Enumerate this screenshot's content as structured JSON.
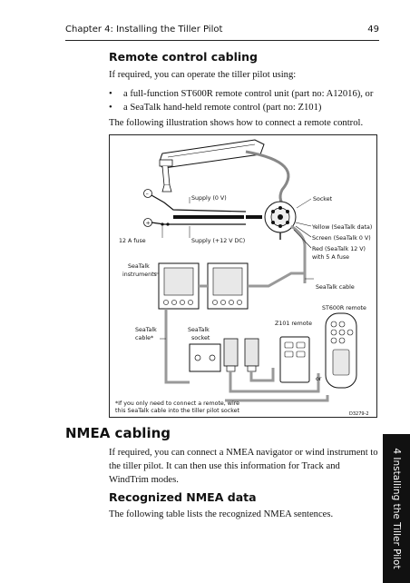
{
  "header": {
    "chapter": "Chapter 4: Installing the Tiller Pilot",
    "page_number": "49"
  },
  "remote_section": {
    "heading": "Remote control cabling",
    "intro": "If required, you can operate the tiller pilot using:",
    "bullets": [
      "a full-function ST600R remote control unit (part no: A12016), or",
      "a SeaTalk hand-held remote control (part no: Z101)"
    ],
    "after": "The following illustration shows how to connect a remote control."
  },
  "figure": {
    "labels": {
      "supply_0v": "Supply (0 V)",
      "socket": "Socket",
      "fuse": "12 A fuse",
      "supply_12v": "Supply (+12 V DC)",
      "yellow": "Yellow (SeaTalk data)",
      "screen": "Screen (SeaTalk 0 V)",
      "red_1": "Red (SeaTalk 12 V)",
      "red_2": "with 5 A fuse",
      "instruments_1": "SeaTalk",
      "instruments_2": "instruments",
      "seatalk_cable": "SeaTalk cable",
      "st600r": "ST600R remote",
      "z101": "Z101 remote",
      "cable_1": "SeaTalk",
      "cable_2": "cable*",
      "socket2_1": "SeaTalk",
      "socket2_2": "socket",
      "or": "or",
      "minus": "–",
      "plus": "+",
      "note_1": "*If you only need to connect a remote, wire",
      "note_2": "this SeaTalk cable into the tiller pilot socket",
      "code": "D3279-2"
    }
  },
  "nmea_section": {
    "heading": "NMEA cabling",
    "body": [
      "If required, you can connect a NMEA navigator or wind instrument to",
      "the tiller pilot. It can then use this information for Track and",
      "WindTrim modes."
    ],
    "sub_heading": "Recognized NMEA data",
    "sub_body": "The following table lists the recognized NMEA sentences."
  },
  "side_tab": {
    "label": "4 Installing the Tiller Pilot"
  }
}
